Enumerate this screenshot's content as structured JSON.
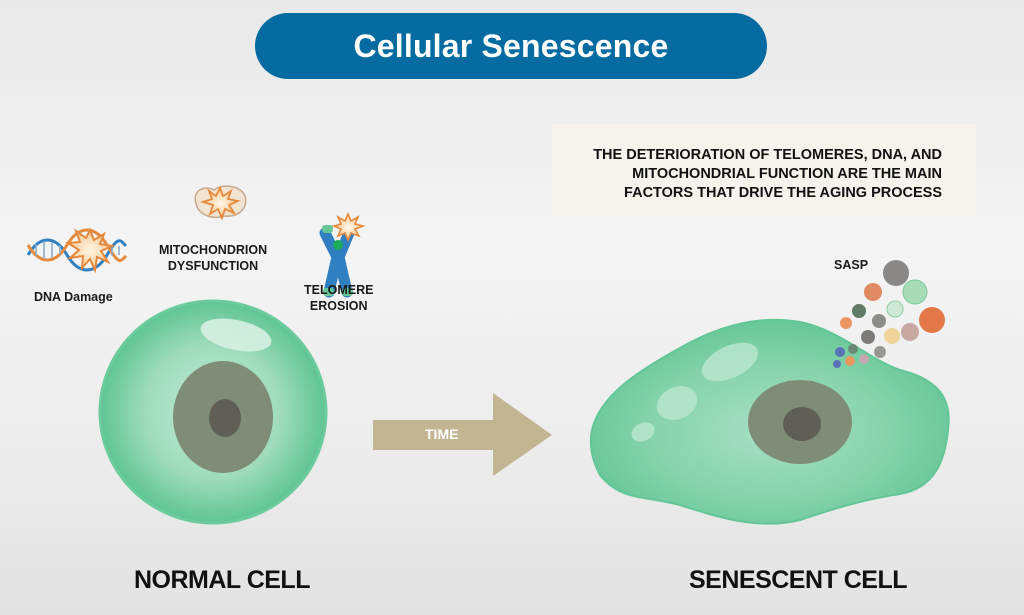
{
  "title": "Cellular Senescence",
  "caption": {
    "lines": [
      "THE DETERIORATION OF TELOMERES, DNA, AND",
      "MITOCHONDRIAL FUNCTION ARE THE MAIN",
      "FACTORS THAT DRIVE THE AGING PROCESS"
    ]
  },
  "factors": {
    "dna": "DNA Damage",
    "mito_line1": "MITOCHONDRION",
    "mito_line2": "DYSFUNCTION",
    "telo_line1": "TELOMERE",
    "telo_line2": "EROSION"
  },
  "arrow_label": "TIME",
  "sasp_label": "SASP",
  "cells": {
    "normal": "NORMAL CELL",
    "senescent": "SENESCENT CELL"
  },
  "colors": {
    "title_bg": "#056ba0",
    "cell_green": "#5fc493",
    "nucleus": "#7e8c78",
    "nucleolus": "#5f5f55",
    "arrow": "#c2b692",
    "caption_bg": "#f6f3ec",
    "damage_orange": "#e58a3c",
    "dna_blue": "#2f7fc1"
  }
}
